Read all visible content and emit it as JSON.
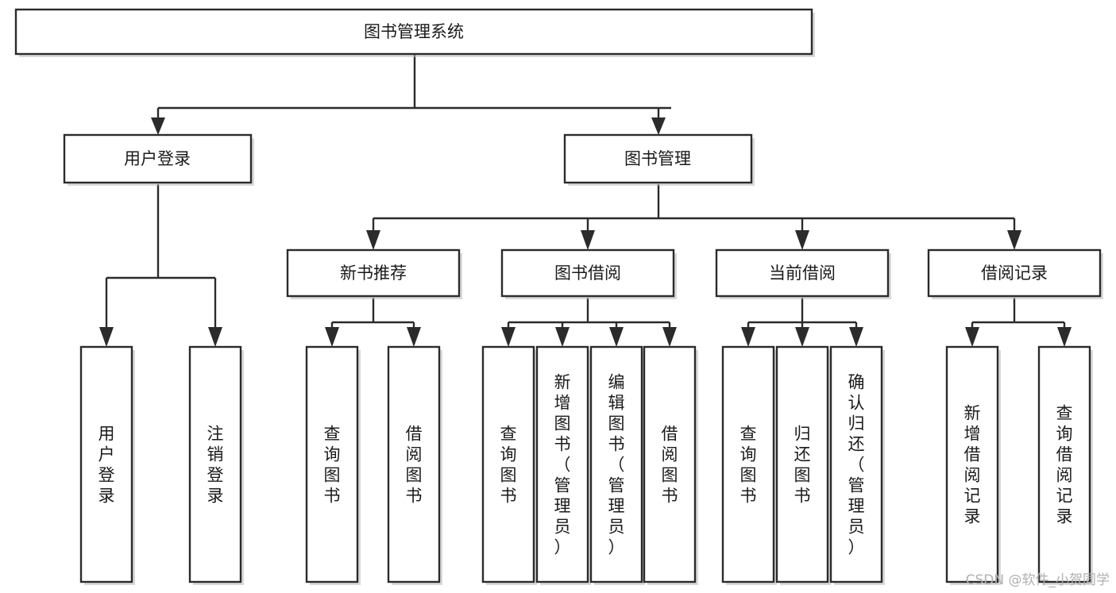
{
  "diagram": {
    "type": "tree-hierarchy",
    "title": "图书管理系统",
    "orientation": "top-down",
    "colors": {
      "box_fill": "#ffffff",
      "box_stroke": "#2b2b2b",
      "text": "#1a1a1a",
      "background": "#ffffff",
      "watermark": "#b0b0b0"
    },
    "levels": 4
  },
  "root": {
    "id": "root",
    "label": "图书管理系统",
    "level": 1,
    "orientation": "horizontal"
  },
  "level2": [
    {
      "id": "user-login",
      "label": "用户登录",
      "level": 2,
      "orientation": "horizontal"
    },
    {
      "id": "book-management",
      "label": "图书管理",
      "level": 2,
      "orientation": "horizontal"
    }
  ],
  "level3": [
    {
      "id": "new-book-recommend",
      "label": "新书推荐",
      "level": 3,
      "orientation": "horizontal",
      "parent": "book-management"
    },
    {
      "id": "book-borrow",
      "label": "图书借阅",
      "level": 3,
      "orientation": "horizontal",
      "parent": "book-management"
    },
    {
      "id": "current-borrow",
      "label": "当前借阅",
      "level": 3,
      "orientation": "horizontal",
      "parent": "book-management"
    },
    {
      "id": "borrow-record",
      "label": "借阅记录",
      "level": 3,
      "orientation": "horizontal",
      "parent": "book-management"
    }
  ],
  "leaves": [
    {
      "id": "leaf-user-login",
      "label": "用户登录",
      "level": 3,
      "orientation": "vertical",
      "parent": "user-login"
    },
    {
      "id": "leaf-logout-login",
      "label": "注销登录",
      "level": 3,
      "orientation": "vertical",
      "parent": "user-login"
    },
    {
      "id": "leaf-query-book-1",
      "label": "查询图书",
      "level": 4,
      "orientation": "vertical",
      "parent": "new-book-recommend"
    },
    {
      "id": "leaf-borrow-book-1",
      "label": "借阅图书",
      "level": 4,
      "orientation": "vertical",
      "parent": "new-book-recommend"
    },
    {
      "id": "leaf-query-book-2",
      "label": "查询图书",
      "level": 4,
      "orientation": "vertical",
      "parent": "book-borrow"
    },
    {
      "id": "leaf-add-book",
      "label": "新增图书（管理员）",
      "level": 4,
      "orientation": "vertical",
      "parent": "book-borrow"
    },
    {
      "id": "leaf-edit-book",
      "label": "编辑图书（管理员）",
      "level": 4,
      "orientation": "vertical",
      "parent": "book-borrow"
    },
    {
      "id": "leaf-borrow-book-2",
      "label": "借阅图书",
      "level": 4,
      "orientation": "vertical",
      "parent": "book-borrow"
    },
    {
      "id": "leaf-query-book-3",
      "label": "查询图书",
      "level": 4,
      "orientation": "vertical",
      "parent": "current-borrow"
    },
    {
      "id": "leaf-return-book",
      "label": "归还图书",
      "level": 4,
      "orientation": "vertical",
      "parent": "current-borrow"
    },
    {
      "id": "leaf-confirm-return",
      "label": "确认归还（管理员）",
      "level": 4,
      "orientation": "vertical",
      "parent": "current-borrow"
    },
    {
      "id": "leaf-add-record",
      "label": "新增借阅记录",
      "level": 4,
      "orientation": "vertical",
      "parent": "borrow-record"
    },
    {
      "id": "leaf-query-record",
      "label": "查询借阅记录",
      "level": 4,
      "orientation": "vertical",
      "parent": "borrow-record"
    }
  ],
  "watermark": {
    "label": "CSDN @软件_小贺同学"
  }
}
